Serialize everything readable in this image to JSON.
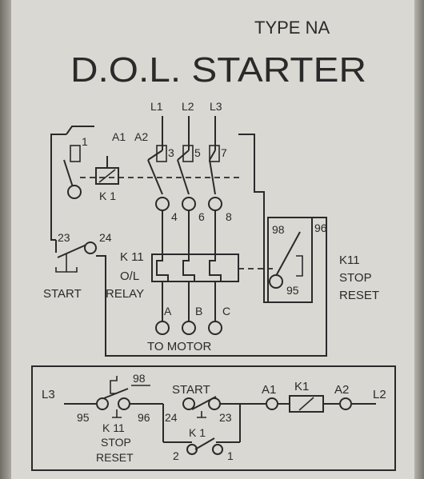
{
  "header": {
    "type_label": "TYPE NA",
    "title": "D.O.L. STARTER"
  },
  "power": {
    "line_labels": [
      "L1",
      "L2",
      "L3"
    ],
    "upper_terminals": [
      "1",
      "3",
      "5",
      "7"
    ],
    "lower_terminals": [
      "4",
      "6",
      "8"
    ],
    "motor_terminals": [
      "A",
      "B",
      "C"
    ],
    "motor_label": "TO MOTOR"
  },
  "control_top": {
    "a1": "A1",
    "a2": "A2",
    "k1": "K 1",
    "start_23": "23",
    "start_24": "24",
    "start_label": "START",
    "relay_k11": "K 11",
    "relay_ol": "O/L",
    "relay_label": "RELAY",
    "reset_98": "98",
    "reset_96": "96",
    "reset_95": "95",
    "reset_k11": "K11",
    "reset_stop": "STOP",
    "reset_reset": "RESET"
  },
  "schematic": {
    "l3": "L3",
    "l2": "L2",
    "c98": "98",
    "c95": "95",
    "c96": "96",
    "c24": "24",
    "c23": "23",
    "start": "START",
    "a1": "A1",
    "k1": "K1",
    "a2": "A2",
    "k11": "K 11",
    "stop": "STOP",
    "reset": "RESET",
    "k1_aux": "K 1",
    "aux_2": "2",
    "aux_1": "1"
  }
}
